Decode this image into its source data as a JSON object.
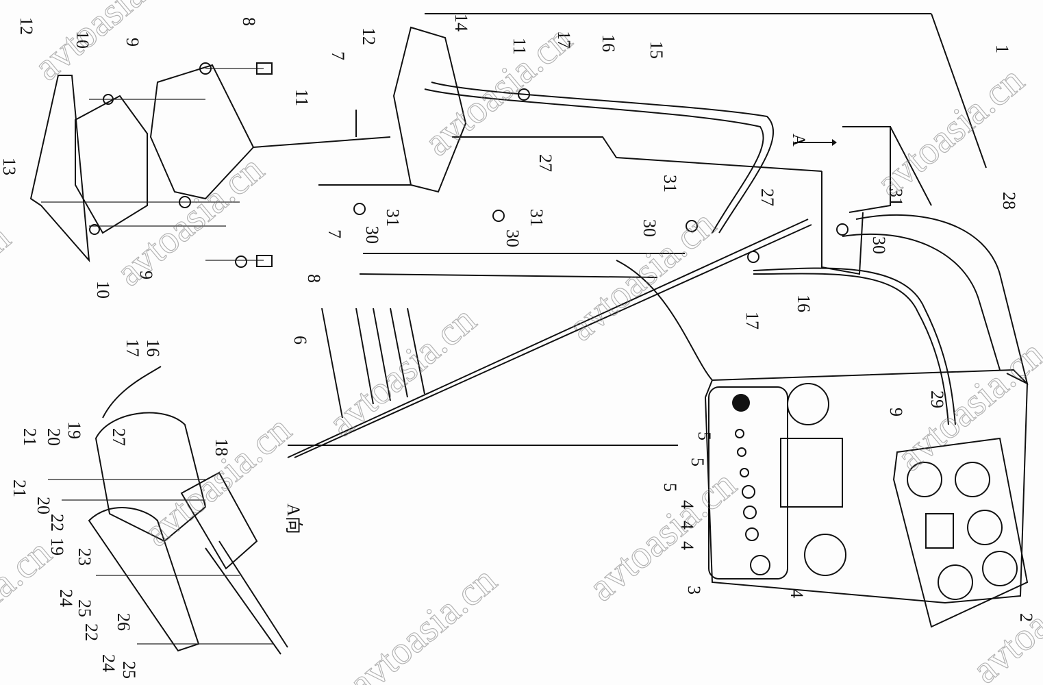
{
  "diagram": {
    "view_label": "A向",
    "arrow_label": "A",
    "watermark": "avtoasia.cn",
    "part_labels": [
      "1",
      "2",
      "3",
      "4",
      "5",
      "6",
      "7",
      "8",
      "9",
      "10",
      "11",
      "12",
      "13",
      "14",
      "15",
      "16",
      "17",
      "18",
      "19",
      "20",
      "21",
      "22",
      "23",
      "24",
      "25",
      "26",
      "27",
      "28",
      "29",
      "30",
      "31"
    ]
  }
}
